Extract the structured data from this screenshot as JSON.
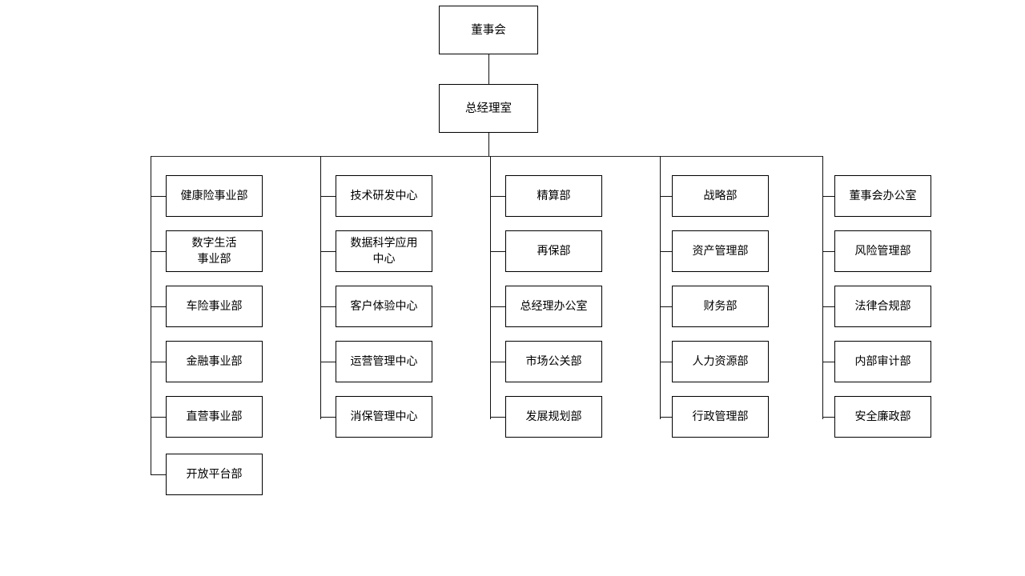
{
  "chart": {
    "title_node": "董事会",
    "second_node": "总经理室",
    "type": "organizational-chart",
    "orientation": "top-down-with-vertical-columns",
    "levels": [
      {
        "level": 1,
        "nodes": [
          "董事会"
        ]
      },
      {
        "level": 2,
        "nodes": [
          "总经理室"
        ]
      },
      {
        "level": 3,
        "nodes": "columns"
      }
    ],
    "columns": [
      {
        "index": 1,
        "name": "business-divisions",
        "items": [
          "健康险事业部",
          "数字生活\n事业部",
          "车险事业部",
          "金融事业部",
          "直营事业部",
          "开放平台部"
        ]
      },
      {
        "index": 2,
        "name": "technology-centers",
        "items": [
          "技术研发中心",
          "数据科学应用\n中心",
          "客户体验中心",
          "运营管理中心",
          "消保管理中心"
        ]
      },
      {
        "index": 3,
        "name": "operations-departments",
        "items": [
          "精算部",
          "再保部",
          "总经理办公室",
          "市场公关部",
          "发展规划部"
        ]
      },
      {
        "index": 4,
        "name": "corporate-departments",
        "items": [
          "战略部",
          "资产管理部",
          "财务部",
          "人力资源部",
          "行政管理部"
        ]
      },
      {
        "index": 5,
        "name": "governance-departments",
        "items": [
          "董事会办公室",
          "风险管理部",
          "法律合规部",
          "内部审计部",
          "安全廉政部"
        ]
      }
    ],
    "colors": {
      "background": "#ffffff",
      "box_border": "#000000",
      "box_fill": "#ffffff",
      "text": "#000000",
      "connector": "#111111"
    }
  }
}
